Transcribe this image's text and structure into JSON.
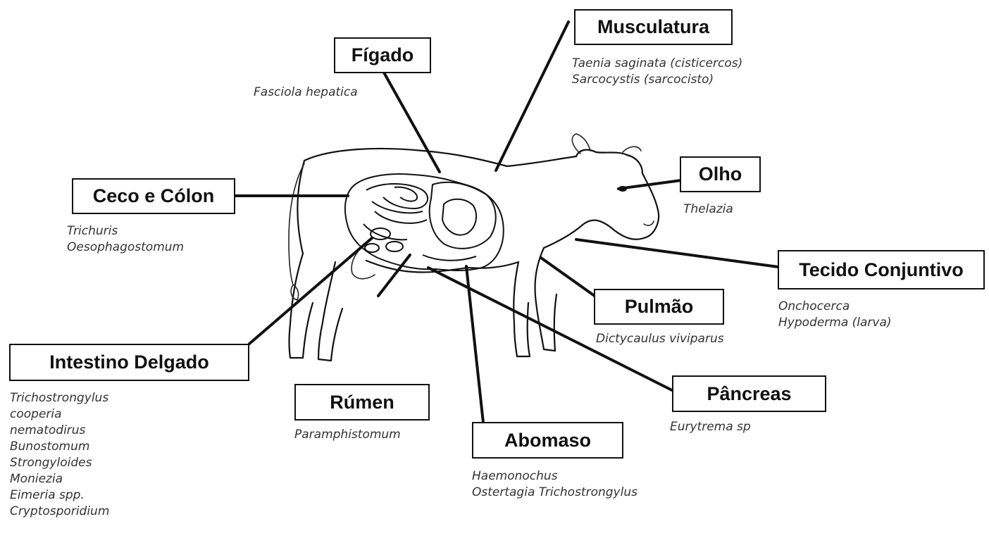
{
  "organs": [
    {
      "id": "figado",
      "label": "Fígado",
      "parasites": [
        "Fasciola hepatica"
      ]
    },
    {
      "id": "musculatura",
      "label": "Musculatura",
      "parasites": [
        "Taenia saginata (cisticercos)",
        "Sarcocystis (sarcocisto)"
      ]
    },
    {
      "id": "olho",
      "label": "Olho",
      "parasites": [
        "Thelazia"
      ]
    },
    {
      "id": "ceco",
      "label": "Ceco e Cólon",
      "parasites": [
        "Trichuris",
        "Oesophagostomum"
      ]
    },
    {
      "id": "tecido",
      "label": "Tecido Conjuntivo",
      "parasites": [
        "Onchocerca",
        "Hypoderma (larva)"
      ]
    },
    {
      "id": "pulmao",
      "label": "Pulmão",
      "parasites": [
        "Dictycaulus viviparus"
      ]
    },
    {
      "id": "intestino",
      "label": "Intestino Delgado",
      "parasites": [
        "Trichostrongylus",
        "cooperia",
        "nematodirus",
        "Bunostomum",
        "Strongyloides",
        "Moniezia",
        "Eimeria spp.",
        "Cryptosporidium"
      ]
    },
    {
      "id": "rumen",
      "label": "Rúmen",
      "parasites": [
        "Paramphistomum"
      ]
    },
    {
      "id": "pancreas",
      "label": "Pâncreas",
      "parasites": [
        "Eurytrema sp"
      ]
    },
    {
      "id": "abomaso",
      "label": "Abomaso",
      "parasites": [
        "Haemonochus",
        "Ostertagia Trichostrongylus"
      ]
    }
  ]
}
